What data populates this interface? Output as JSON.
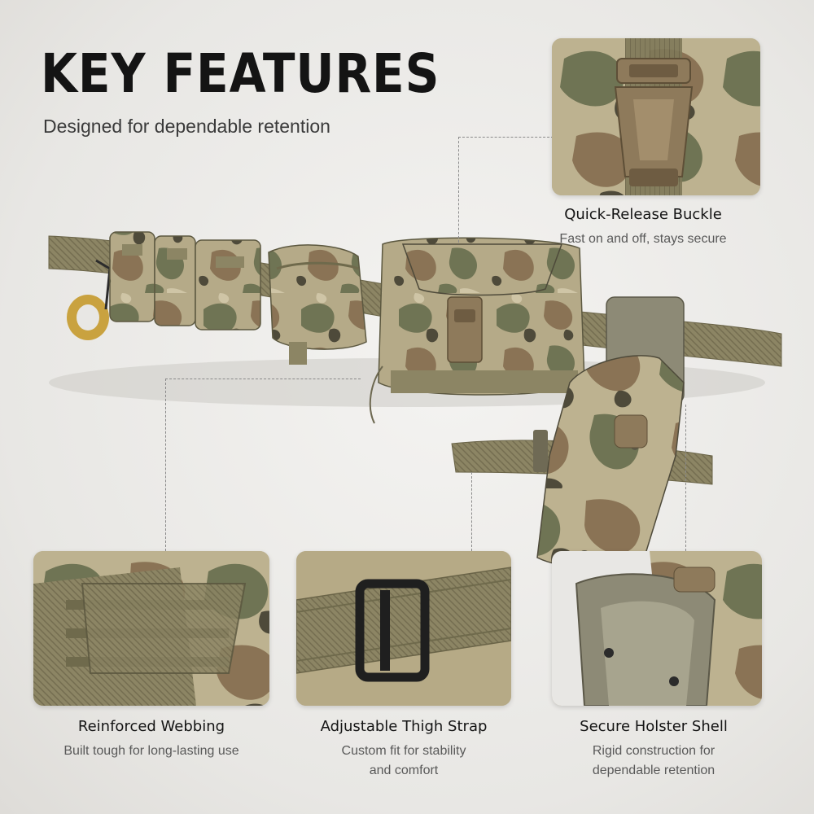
{
  "header": {
    "title": "KEY FEATURES",
    "subtitle": "Designed for dependable retention"
  },
  "features": [
    {
      "id": "buckle",
      "title": "Quick-Release Buckle",
      "desc": [
        "Fast on and off, stays secure"
      ]
    },
    {
      "id": "webbing",
      "title": "Reinforced Webbing",
      "desc": [
        "Built tough for long-lasting use"
      ]
    },
    {
      "id": "strap",
      "title": "Adjustable Thigh Strap",
      "desc": [
        "Custom fit for stability",
        "and  comfort"
      ]
    },
    {
      "id": "holster",
      "title": "Secure Holster Shell",
      "desc": [
        "Rigid construction for",
        "dependable retention"
      ]
    }
  ],
  "colors": {
    "camo_base": "#b5aa88",
    "camo_green": "#6f7454",
    "camo_brown": "#8a7355",
    "camo_dark": "#4e4a3a",
    "coyote": "#8e7a5b",
    "webbing": "#8c8564",
    "ink": "#141414"
  }
}
